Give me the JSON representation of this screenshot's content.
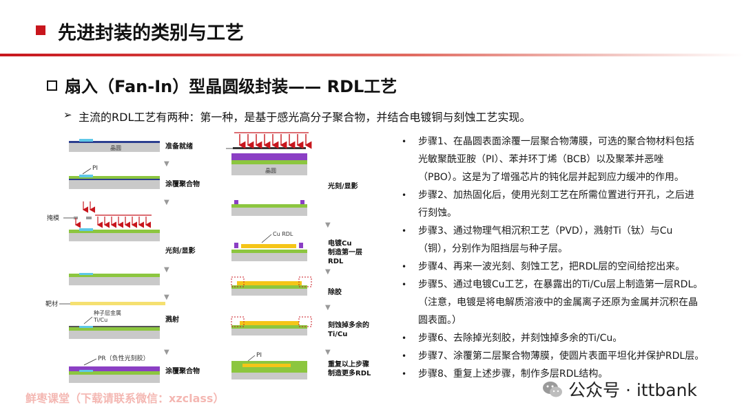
{
  "header": {
    "title": "先进封装的类别与工艺"
  },
  "section": {
    "title": "扇入（Fan-In）型晶圆级封装—— RDL工艺"
  },
  "intro": {
    "arrow": "➢",
    "text": "主流的RDL工艺有两种：第一种，是基于感光高分子聚合物，并结合电镀铜与刻蚀工艺实现。"
  },
  "diagram": {
    "left_labels": [
      "准备就绪",
      "涂覆聚合物",
      "光刻/显影",
      "溅射",
      "涂覆聚合物"
    ],
    "right_labels": [
      "光刻/显影",
      "电镀Cu",
      "制造第一层",
      "RDL",
      "除胶",
      "刻蚀掉多余的",
      "Ti/Cu",
      "重复以上步骤",
      "制造更多RDL"
    ],
    "wafer_label": "晶圆",
    "pi_label": "PI",
    "mask_label": "掩模",
    "target_label": "靶材",
    "seed_label_1": "种子层金属",
    "seed_label_2": "Ti/Cu",
    "pr_label": "PR（负性光刻胶）",
    "cu_rdl_label": "Cu RDL",
    "colors": {
      "polymer": "#8cc63f",
      "passivation": "#5ec8e8",
      "wafer": "#c9c9c9",
      "pr": "#8b3fc4",
      "cu": "#f5c518",
      "arrow": "#c8161d"
    }
  },
  "steps": [
    {
      "bullet": "•",
      "text": "步骤1、在晶圆表面涂覆一层聚合物薄膜，可选的聚合物材料包括"
    },
    {
      "bullet": "",
      "text": "光敏聚酰亚胺（PI）、苯并环丁烯（BCB）以及聚苯并恶唑"
    },
    {
      "bullet": "",
      "text": "（PBO）。这是为了增强芯片的钝化层并起到应力缓冲的作用。"
    },
    {
      "bullet": "•",
      "text": "步骤2、加热固化后，使用光刻工艺在所需位置进行开孔，之后进"
    },
    {
      "bullet": "",
      "text": "行刻蚀。"
    },
    {
      "bullet": "•",
      "text": "步骤3、通过物理气相沉积工艺（PVD），溅射Ti（钛）与Cu"
    },
    {
      "bullet": "",
      "text": "（铜），分别作为阻挡层与种子层。"
    },
    {
      "bullet": "•",
      "text": "步骤4、再来一波光刻、刻蚀工艺，把RDL层的空间给挖出来。"
    },
    {
      "bullet": "•",
      "text": "步骤5、通过电镀Cu工艺，在暴露出的Ti/Cu层上制造第一层RDL。"
    },
    {
      "bullet": "",
      "text": "（注意，电镀是将电解质溶液中的金属离子还原为金属并沉积在晶"
    },
    {
      "bullet": "",
      "text": "圆表面。）"
    },
    {
      "bullet": "•",
      "text": "步骤6、去除掉光刻胶，并刻蚀掉多余的Ti/Cu。"
    },
    {
      "bullet": "•",
      "text": "步骤7、涂覆第二层聚合物薄膜，使圆片表面平坦化并保护RDL层。"
    },
    {
      "bullet": "•",
      "text": "步骤8、重复上述步骤，制作多层RDL结构。"
    }
  ],
  "footer": {
    "watermark": "鲜枣课堂（下载请联系微信：xzclass）",
    "wechat_text": "公众号 · ittbank"
  }
}
